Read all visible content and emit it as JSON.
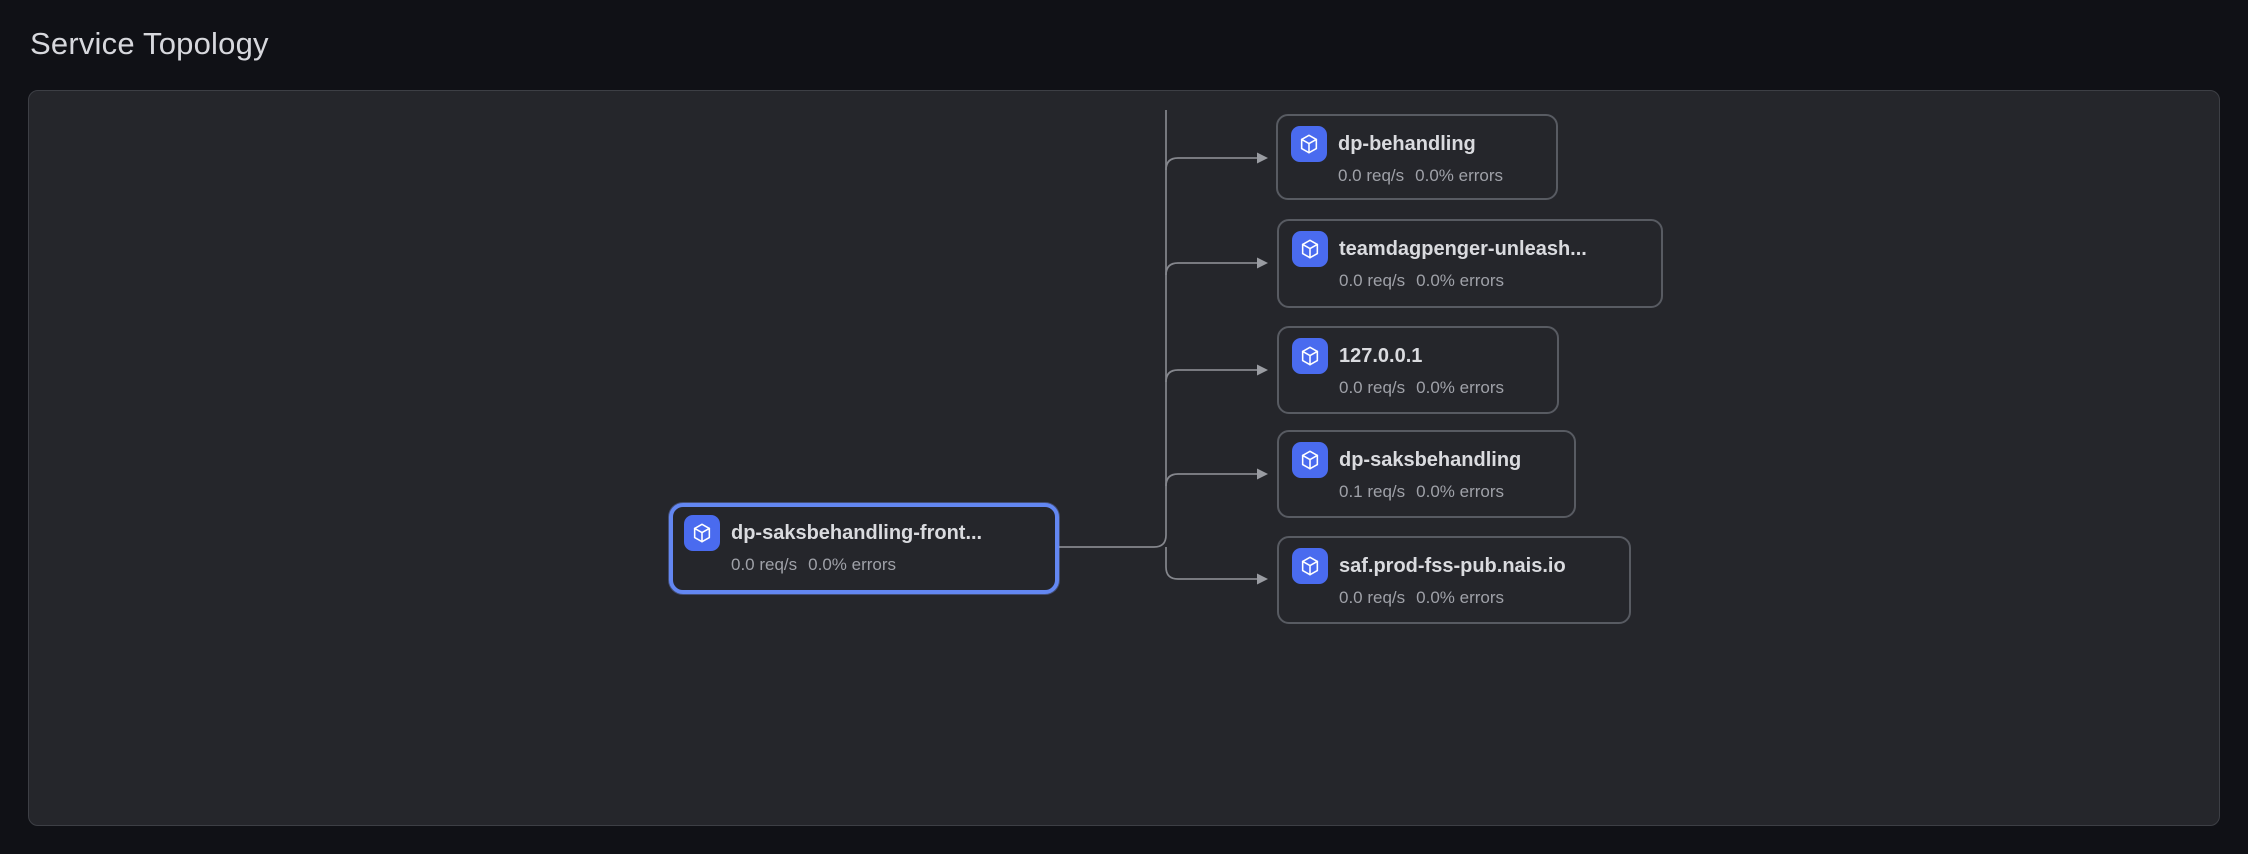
{
  "page": {
    "title": "Service Topology"
  },
  "colors": {
    "page_background": "#101116",
    "panel_background": "#25262b",
    "node_border": "#585b62",
    "selected_node_border": "#6387f2",
    "icon_background": "#4a6bef",
    "node_title_text": "#dadbdf",
    "node_stats_text": "#9fa1a8",
    "edge_line": "#85878d"
  },
  "topology": {
    "nodes": [
      {
        "id": "dp-saksbehandling-frontend",
        "label": "dp-saksbehandling-front...",
        "rate": "0.0 req/s",
        "errors": "0.0% errors",
        "selected": true,
        "icon": "cube-icon"
      },
      {
        "id": "dp-behandling",
        "label": "dp-behandling",
        "rate": "0.0 req/s",
        "errors": "0.0% errors",
        "selected": false,
        "icon": "cube-icon"
      },
      {
        "id": "teamdagpenger-unleash",
        "label": "teamdagpenger-unleash...",
        "rate": "0.0 req/s",
        "errors": "0.0% errors",
        "selected": false,
        "icon": "cube-icon"
      },
      {
        "id": "127.0.0.1",
        "label": "127.0.0.1",
        "rate": "0.0 req/s",
        "errors": "0.0% errors",
        "selected": false,
        "icon": "cube-icon"
      },
      {
        "id": "dp-saksbehandling",
        "label": "dp-saksbehandling",
        "rate": "0.1 req/s",
        "errors": "0.0% errors",
        "selected": false,
        "icon": "cube-icon"
      },
      {
        "id": "saf.prod-fss-pub.nais.io",
        "label": "saf.prod-fss-pub.nais.io",
        "rate": "0.0 req/s",
        "errors": "0.0% errors",
        "selected": false,
        "icon": "cube-icon"
      }
    ],
    "edges": [
      {
        "from": "dp-saksbehandling-frontend",
        "to": "dp-behandling"
      },
      {
        "from": "dp-saksbehandling-frontend",
        "to": "teamdagpenger-unleash"
      },
      {
        "from": "dp-saksbehandling-frontend",
        "to": "127.0.0.1"
      },
      {
        "from": "dp-saksbehandling-frontend",
        "to": "dp-saksbehandling"
      },
      {
        "from": "dp-saksbehandling-frontend",
        "to": "saf.prod-fss-pub.nais.io"
      }
    ]
  }
}
